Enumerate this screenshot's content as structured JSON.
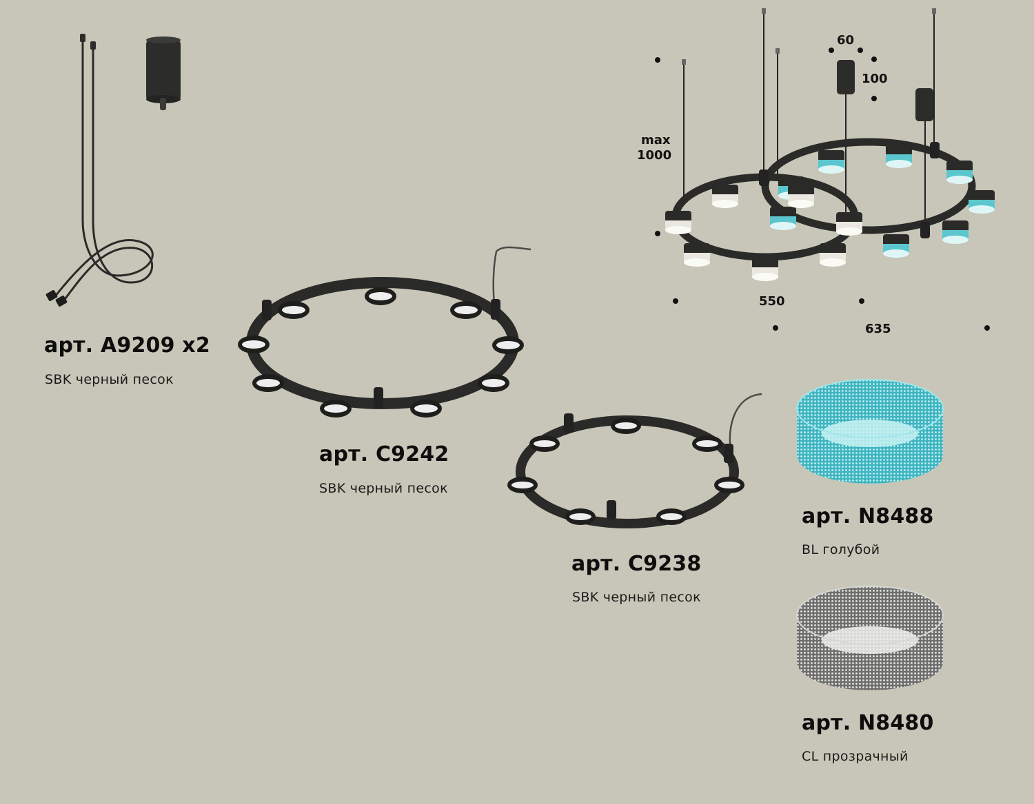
{
  "products": [
    {
      "id": "a9209",
      "title": "арт. A9209 x2",
      "subtitle": "SBK черный песок"
    },
    {
      "id": "c9242",
      "title": "арт. C9242",
      "subtitle": "SBK черный песок"
    },
    {
      "id": "c9238",
      "title": "арт. C9238",
      "subtitle": "SBK черный песок"
    },
    {
      "id": "n8488",
      "title": "арт. N8488",
      "subtitle": "BL голубой"
    },
    {
      "id": "n8480",
      "title": "арт. N8480",
      "subtitle": "CL прозрачный"
    }
  ],
  "dimensions": {
    "canopy_width": "60",
    "canopy_height": "100",
    "suspension_max_label": "max",
    "suspension_max_value": "1000",
    "small_ring_diameter": "550",
    "large_ring_diameter": "635"
  },
  "colors": {
    "background": "#C8C6B8",
    "metal": "#2a2a28",
    "crystal_blue": "#4EC3CC",
    "crystal_clear": "#9a9a9a",
    "text": "#111111"
  }
}
